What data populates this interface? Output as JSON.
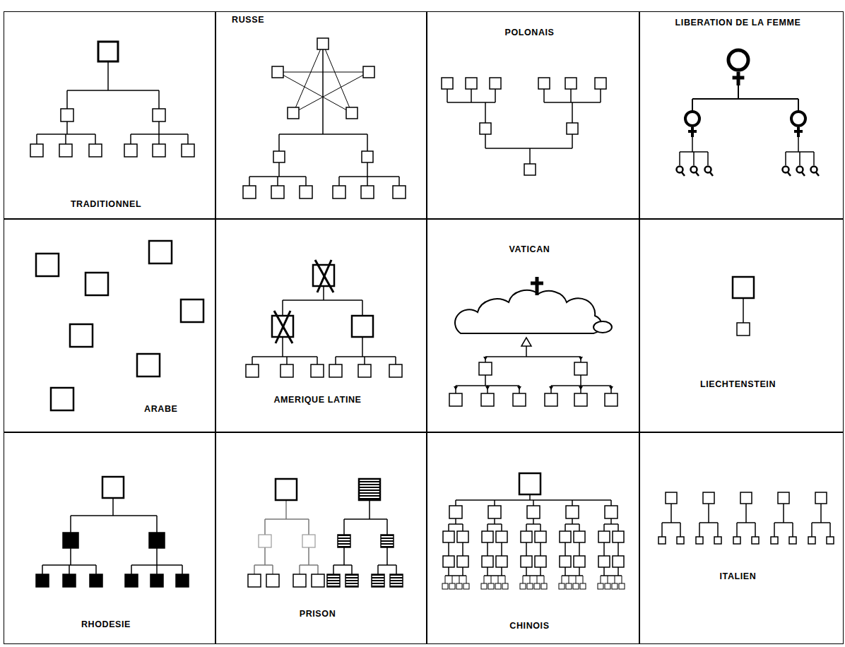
{
  "diagram": {
    "nodes": [
      {
        "text": [
          "TRADITIONNEL"
        ]
      },
      {
        "text": [
          "RUSSE"
        ]
      },
      {
        "text": [
          "POLONAIS"
        ]
      },
      {
        "text": [
          "LIBERATION DE LA FEMME"
        ]
      },
      {
        "text": [
          "ARABE"
        ]
      },
      {
        "text": [
          "AMERIQUE LATINE"
        ]
      },
      {
        "text": [
          "VATICAN"
        ]
      },
      {
        "text": [
          "LIECHTENSTEIN"
        ]
      },
      {
        "text": [
          "RHODESIE"
        ]
      },
      {
        "text": [
          "PRISON"
        ]
      },
      {
        "text": [
          "CHINOIS"
        ]
      },
      {
        "text": [
          "ITALIEN"
        ]
      }
    ]
  }
}
